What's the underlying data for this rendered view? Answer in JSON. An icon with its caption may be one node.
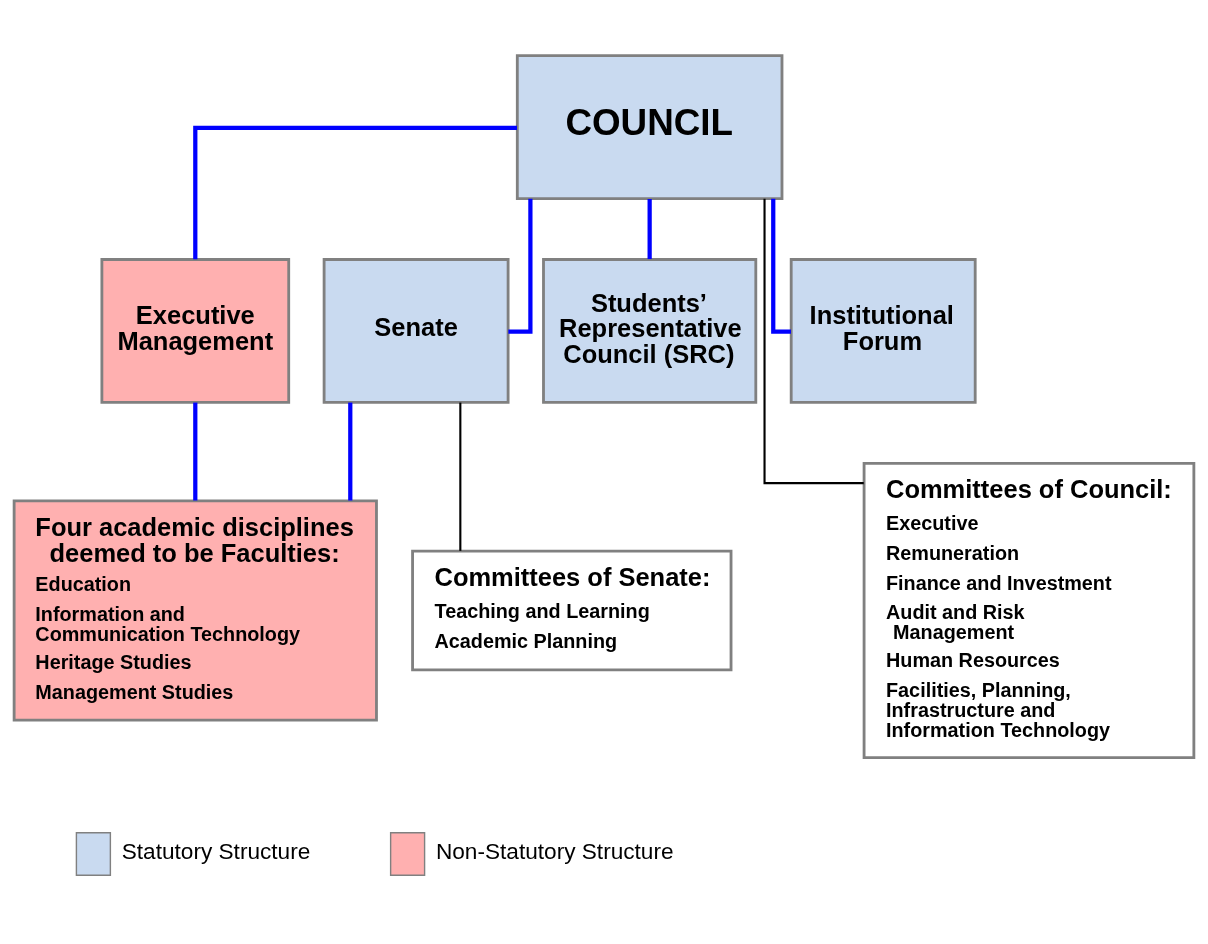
{
  "diagram": {
    "nodes": [
      {
        "text": [
          "COUNCIL"
        ]
      },
      {
        "text": [
          "Executive Management"
        ]
      },
      {
        "text": [
          "Senate"
        ]
      },
      {
        "text": [
          "Students’ Representative Council (SRC)"
        ]
      },
      {
        "text": [
          "Institutional Forum"
        ]
      },
      {
        "text": [
          "Four academic disciplines deemed to be Faculties:",
          "Education",
          "Information and Communication Technology",
          "Heritage Studies",
          "Management Studies"
        ]
      },
      {
        "text": [
          "Committees of Senate:",
          "Teaching and Learning",
          "Academic Planning"
        ]
      },
      {
        "text": [
          "Committees of Council:",
          "Executive",
          "Remuneration",
          "Finance and Investment",
          "Audit and Risk Management",
          "Human Resources",
          "Facilities, Planning, Infrastructure and Information Technology"
        ]
      }
    ],
    "edges": [
      {
        "from": 0,
        "to": 1,
        "arrow": "none"
      },
      {
        "from": 0,
        "to": 2,
        "arrow": "none"
      },
      {
        "from": 0,
        "to": 3,
        "arrow": "none"
      },
      {
        "from": 0,
        "to": 4,
        "arrow": "none"
      },
      {
        "from": 1,
        "to": 5,
        "arrow": "none"
      },
      {
        "from": 2,
        "to": 5,
        "arrow": "none"
      },
      {
        "from": 2,
        "to": 6,
        "arrow": "none",
        "color": "#000000"
      },
      {
        "from": 0,
        "to": 7,
        "arrow": "none",
        "color": "#000000"
      }
    ],
    "legend": [
      {
        "text": "Statutory Structure",
        "color": "#c9daf0"
      },
      {
        "text": "Non-Statutory Structure",
        "color": "#ffb0b0"
      }
    ]
  }
}
